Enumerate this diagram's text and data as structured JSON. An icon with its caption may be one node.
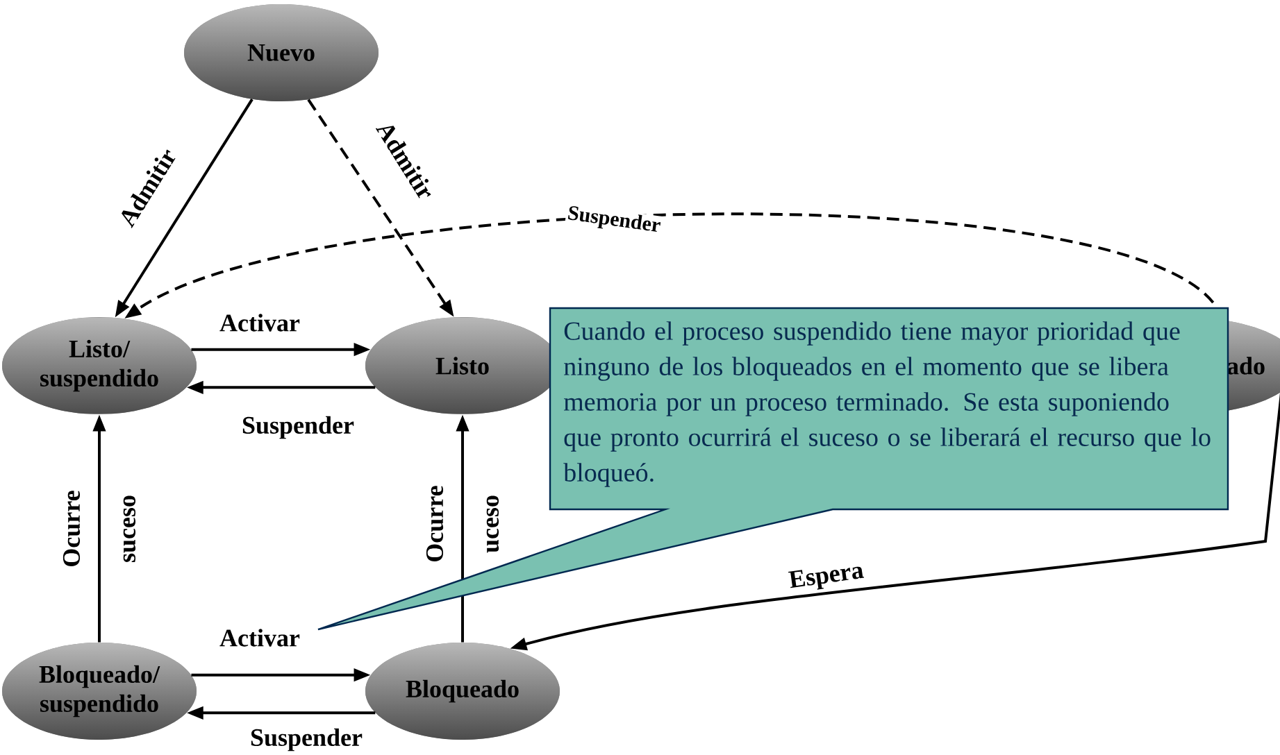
{
  "diagram": {
    "nodes": [
      {
        "text": [
          "Nuevo"
        ]
      },
      {
        "text": [
          "Listo/ suspendido"
        ]
      },
      {
        "text": [
          "Listo"
        ]
      },
      {
        "text": [
          "ado"
        ]
      },
      {
        "text": [
          "Bloqueado/ suspendido"
        ]
      },
      {
        "text": [
          "Bloqueado"
        ]
      },
      {
        "text": [
          "Cuando el proceso suspendido tiene mayor prioridad que ninguno de los bloqueados en el momento que se libera memoria por un proceso terminado. Se esta suponiendo que pronto ocurrirá el suceso o se liberará el recurso que lo bloqueó."
        ]
      }
    ],
    "edges": [
      {
        "from": 0,
        "to": 1,
        "arrow": "to",
        "label": "Admitir"
      },
      {
        "from": 0,
        "to": 2,
        "arrow": "to",
        "label": "Admitir",
        "style": "dashed"
      },
      {
        "from": 3,
        "to": 1,
        "arrow": "to",
        "label": "Suspender",
        "style": "dashed"
      },
      {
        "from": 1,
        "to": 2,
        "arrow": "to",
        "label": "Activar"
      },
      {
        "from": 2,
        "to": 1,
        "arrow": "to",
        "label": "Suspender"
      },
      {
        "from": 4,
        "to": 1,
        "arrow": "to",
        "label": "Ocurre suceso"
      },
      {
        "from": 5,
        "to": 2,
        "arrow": "to",
        "label": "Ocurre uceso"
      },
      {
        "from": 4,
        "to": 5,
        "arrow": "to",
        "label": "Activar"
      },
      {
        "from": 5,
        "to": 4,
        "arrow": "to",
        "label": "Suspender"
      },
      {
        "from": 3,
        "to": 5,
        "arrow": "to",
        "label": "Espera"
      }
    ]
  }
}
